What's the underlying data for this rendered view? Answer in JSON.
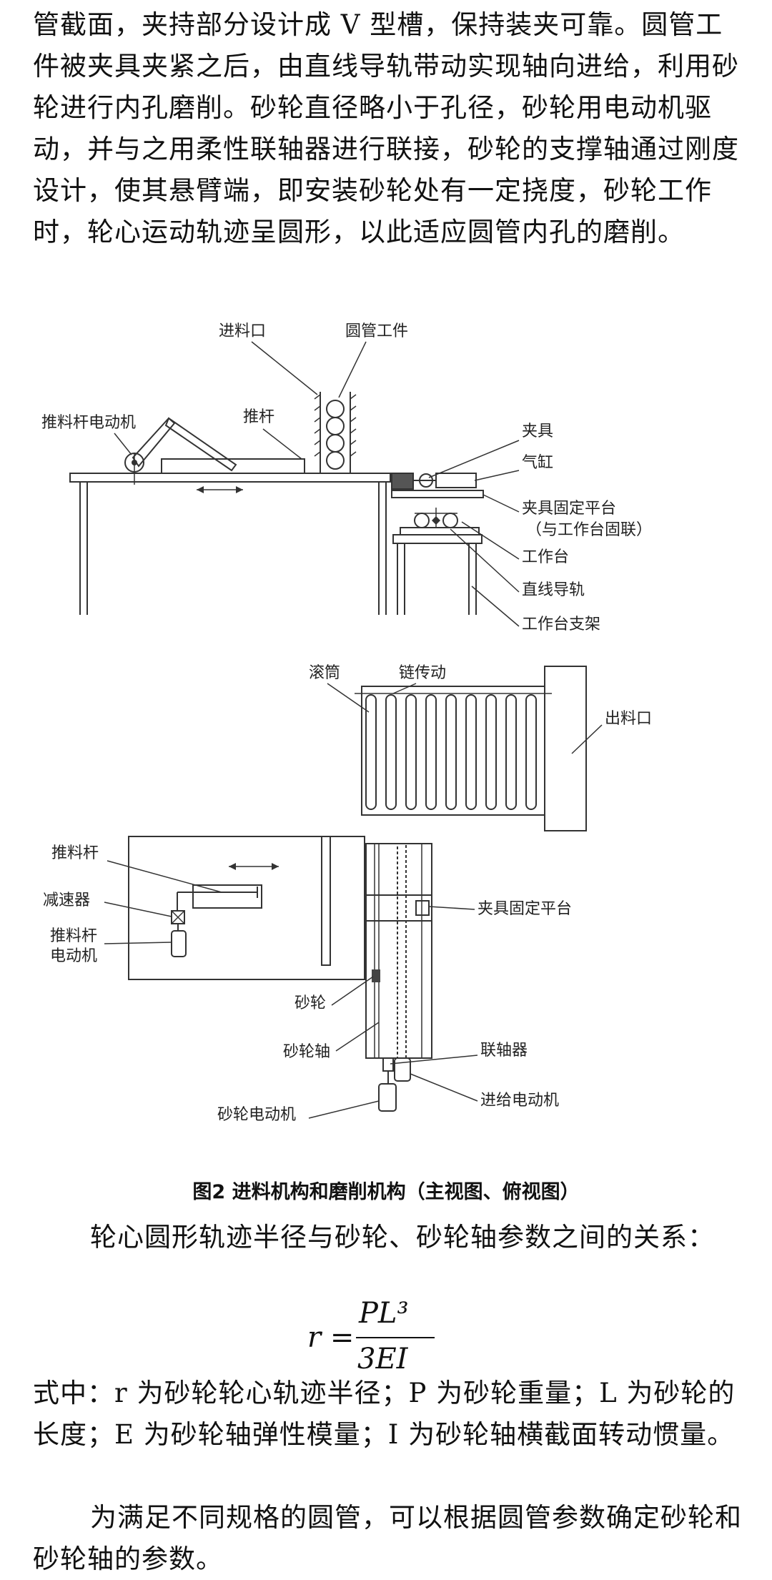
{
  "paragraph1": "管截面，夹持部分设计成 V 型槽，保持装夹可靠。圆管工件被夹具夹紧之后，由直线导轨带动实现轴向进给，利用砂轮进行内孔磨削。砂轮直径略小于孔径，砂轮用电动机驱动，并与之用柔性联轴器进行联接，砂轮的支撑轴通过刚度设计，使其悬臂端，即安装砂轮处有一定挠度，砂轮工作时，轮心运动轨迹呈圆形，以此适应圆管内孔的磨削。",
  "figure": {
    "front_labels": {
      "feed_inlet": "进料口",
      "tube_workpiece": "圆管工件",
      "push_motor": "推料杆电动机",
      "push_rod": "推杆",
      "clamp": "夹具",
      "cylinder": "气缸",
      "clamp_platform": "夹具固定平台",
      "clamp_platform_note": "（与工作台固联）",
      "worktable": "工作台",
      "linear_guide": "直线导轨",
      "worktable_bracket": "工作台支架"
    },
    "top_labels": {
      "roller": "滚筒",
      "chain_drive": "链传动",
      "outlet": "出料口",
      "push_rod2": "推料杆",
      "reducer": "减速器",
      "push_motor2_line1": "推料杆",
      "push_motor2_line2": "电动机",
      "clamp_platform2": "夹具固定平台",
      "grinding_wheel": "砂轮",
      "wheel_shaft": "砂轮轴",
      "coupling": "联轴器",
      "wheel_motor": "砂轮电动机",
      "feed_motor": "进给电动机"
    },
    "caption": "图2  进料机构和磨削机构（主视图、俯视图）"
  },
  "paragraph2": "轮心圆形轨迹半径与砂轮、砂轮轴参数之间的关系：",
  "formula": {
    "lhs": "r =",
    "numerator": "PL³",
    "denominator": "3EI"
  },
  "paragraph3": "式中：r 为砂轮轮心轨迹半径；P 为砂轮重量；L 为砂轮的长度；E 为砂轮轴弹性模量；I 为砂轮轴横截面转动惯量。",
  "paragraph4": "为满足不同规格的圆管，可以根据圆管参数确定砂轮和砂轮轴的参数。"
}
